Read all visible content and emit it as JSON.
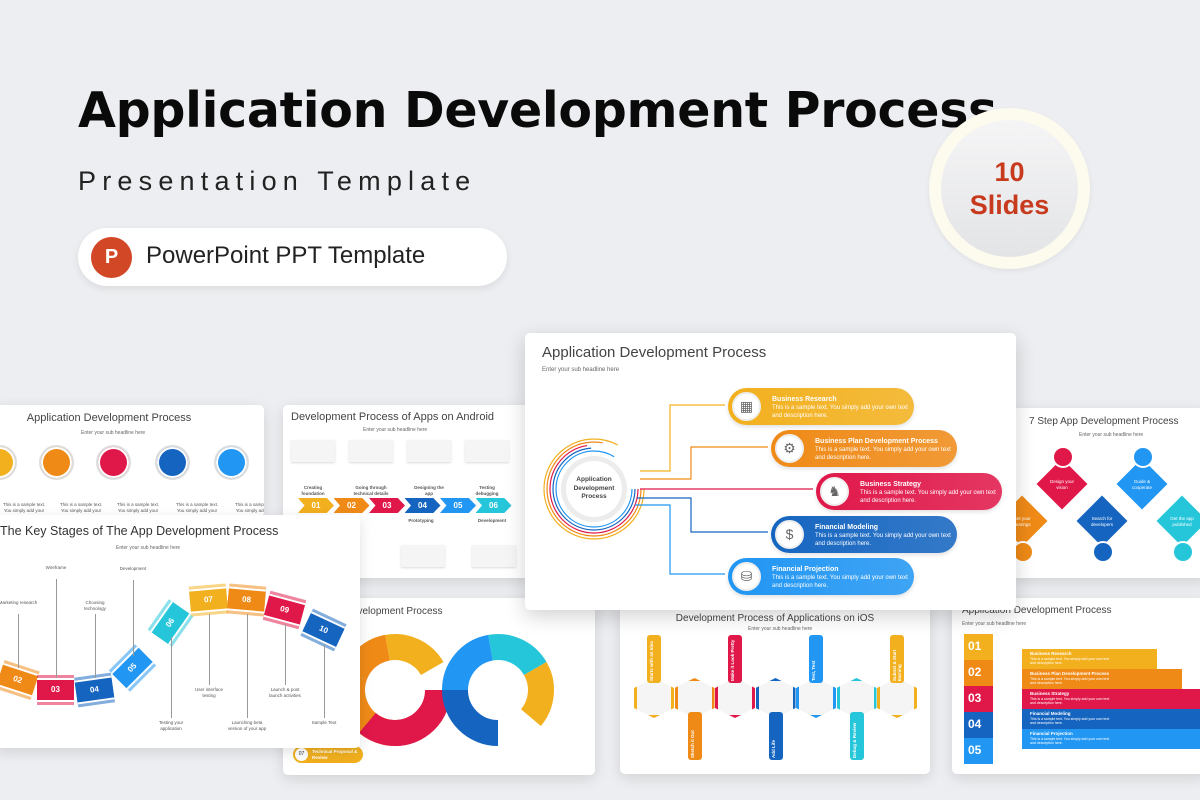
{
  "header": {
    "title": "Application Development Process",
    "subtitle": "Presentation Template",
    "pill_label": "PowerPoint PPT Template",
    "pill_icon": "powerpoint-icon",
    "pill_icon_letter": "P"
  },
  "badge": {
    "count": "10",
    "unit": "Slides",
    "color": "#c73a1d"
  },
  "colors": {
    "yellow": "#f2b01e",
    "orange": "#ef8a17",
    "red": "#e0184a",
    "blue": "#1565c0",
    "light_blue": "#2196f3",
    "cyan": "#26c6da"
  },
  "slides": {
    "circles": {
      "title": "Application Development Process",
      "sub": "Enter your sub headline here",
      "text": "This is a sample text. You simply add your"
    },
    "android": {
      "title": "Development Process of Apps on Android",
      "sub": "Enter your sub headline here",
      "steps": [
        "01",
        "02",
        "03",
        "04",
        "05",
        "06"
      ],
      "top_labels": [
        "Creating foundation",
        "Going through technical details",
        "Designing the app",
        "Testing debugging"
      ],
      "bottom_labels": [
        "Prototyping",
        "Development"
      ]
    },
    "center": {
      "title": "Application Development Process",
      "sub": "Enter your sub headline here",
      "hub": "Application Development Process",
      "items": [
        {
          "title": "Business Research",
          "text": "This is a sample text. You simply add your own text and description here.",
          "icon": "research-icon"
        },
        {
          "title": "Business Plan Development Process",
          "text": "This is a sample text. You simply add your own text and description here.",
          "icon": "monitor-gear-icon"
        },
        {
          "title": "Business Strategy",
          "text": "This is a sample text. You simply add your own text and description here.",
          "icon": "chess-knight-icon"
        },
        {
          "title": "Financial Modeling",
          "text": "This is a sample text. You simply add your own text and description here.",
          "icon": "dollar-network-icon"
        },
        {
          "title": "Financial Projection",
          "text": "This is a sample text. You simply add your own text and description here.",
          "icon": "coins-signpost-icon"
        }
      ]
    },
    "seven_step": {
      "title": "7 Step App Development Process",
      "sub": "Enter your sub headline here",
      "steps": [
        "Get your bearings",
        "Design your vision",
        "Search for developers",
        "Guide & cooperate",
        "Get the app published"
      ]
    },
    "wave": {
      "title": "The Key Stages of The App Development Process",
      "sub": "Enter your sub headline here",
      "segments": [
        "02",
        "03",
        "04",
        "05",
        "06",
        "07",
        "08",
        "09",
        "10"
      ],
      "labels": [
        "Marketing research",
        "Wireframe",
        "Choosing technology",
        "Development",
        "Testing your application",
        "User interface testing",
        "Launching beta version of your app",
        "Launch & post launch activities",
        "Sample Text"
      ]
    },
    "infinity": {
      "title": "Application Development Process",
      "tag_number": "07",
      "tag_label": "Technical Proposal & Review"
    },
    "ios": {
      "title": "Development Process of Applications on iOS",
      "sub": "Enter your sub headline here",
      "steps": [
        "Starts with an Idea",
        "Sketch it Out",
        "Make it Look Pretty",
        "Add Life",
        "Test, Test",
        "Debug & Review",
        "Submit & Start Earning"
      ]
    },
    "bars": {
      "title": "Application Development Process",
      "sub": "Enter your sub headline here",
      "numbers": [
        "01",
        "02",
        "03",
        "04",
        "05"
      ],
      "items": [
        "Business Research",
        "Business Plan Development Process",
        "Business Strategy",
        "Financial Modeling",
        "Financial Projection"
      ],
      "text": "This is a sample text. You simply add your own text and description here."
    }
  }
}
